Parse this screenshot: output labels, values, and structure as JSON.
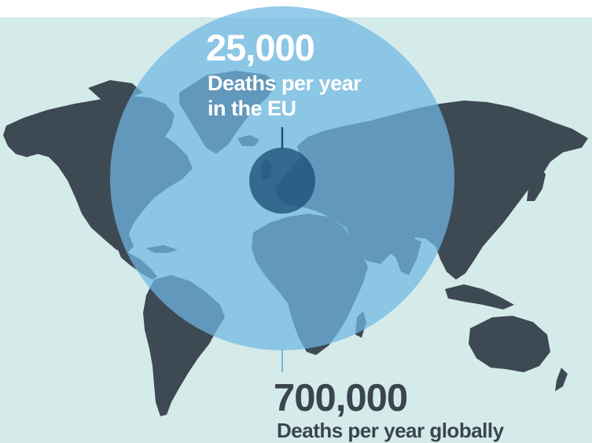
{
  "colors": {
    "ocean": "#d5ebea",
    "land": "#3e4a53",
    "global_circle": "#6fb7e3",
    "eu_circle": "#1d4f78",
    "eu_text": "#ffffff",
    "global_text": "#3a4550"
  },
  "eu": {
    "number": "25,000",
    "label_line1": "Deaths per year",
    "label_line2": "in the EU",
    "value": 25000
  },
  "global": {
    "number": "700,000",
    "label": "Deaths per year globally",
    "value": 700000
  }
}
